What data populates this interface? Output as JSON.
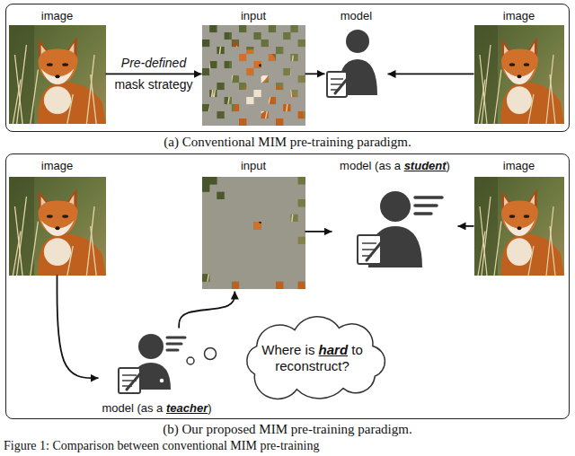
{
  "diagram": {
    "caption": "Figure 1: Comparison between conventional MIM pre-training",
    "nodes": [
      {
        "text": [
          "(a) Conventional MIM pre-training paradigm."
        ]
      },
      {
        "text": [
          "image"
        ],
        "in": 0
      },
      {
        "text": [
          "input"
        ],
        "in": 0
      },
      {
        "text": [
          "model"
        ],
        "in": 0
      },
      {
        "text": [
          "image"
        ],
        "in": 0
      },
      {
        "text": [
          "(b) Our proposed MIM pre-training paradigm."
        ]
      },
      {
        "text": [
          "image"
        ],
        "in": 5
      },
      {
        "text": [
          "input"
        ],
        "in": 5
      },
      {
        "text": [
          "model (as a student)"
        ],
        "in": 5
      },
      {
        "text": [
          "image"
        ],
        "in": 5
      },
      {
        "text": [
          "model (as a teacher)"
        ],
        "in": 5
      },
      {
        "text": [
          "Where is hard to reconstruct?"
        ],
        "in": 5
      }
    ],
    "edges": [
      {
        "from": 1,
        "to": 2,
        "arrow": "to",
        "label": "Pre-defined mask strategy"
      },
      {
        "from": 2,
        "to": 3,
        "arrow": "to"
      },
      {
        "from": 4,
        "to": 3,
        "arrow": "to"
      },
      {
        "from": 7,
        "to": 8,
        "arrow": "to"
      },
      {
        "from": 9,
        "to": 8,
        "arrow": "to"
      },
      {
        "from": 6,
        "to": 10,
        "arrow": "to"
      },
      {
        "from": 10,
        "to": 7,
        "arrow": "to"
      }
    ]
  }
}
